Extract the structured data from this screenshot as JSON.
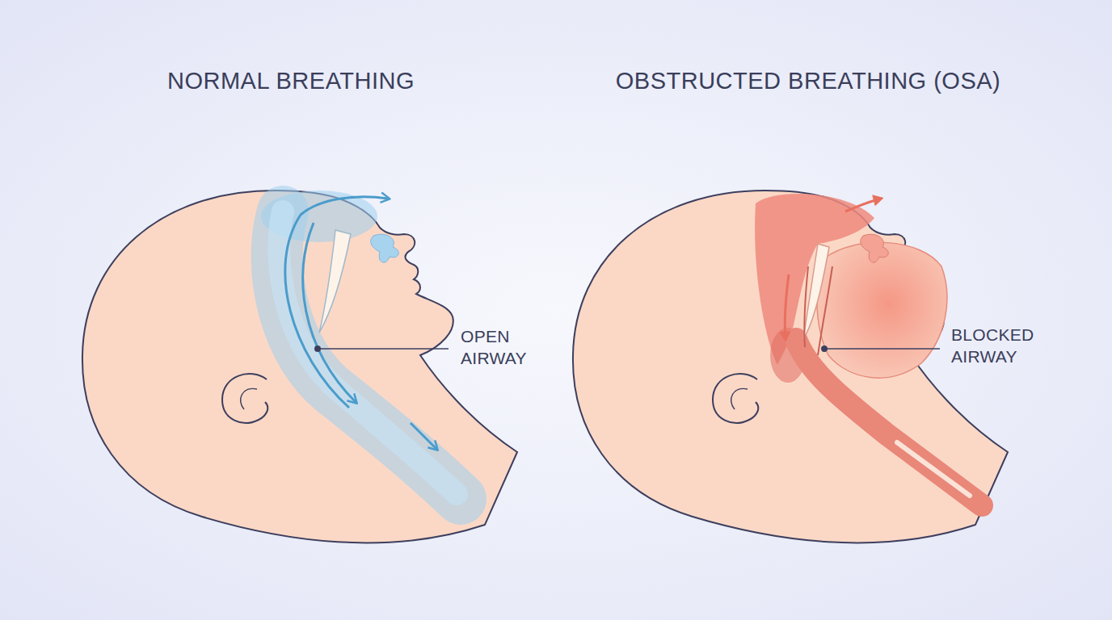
{
  "diagram": {
    "labels": [
      "NORMAL BREATHING",
      "OBSTRUCTED BREATHING (OSA)",
      "OPEN AIRWAY",
      "BLOCKED AIRWAY"
    ]
  }
}
